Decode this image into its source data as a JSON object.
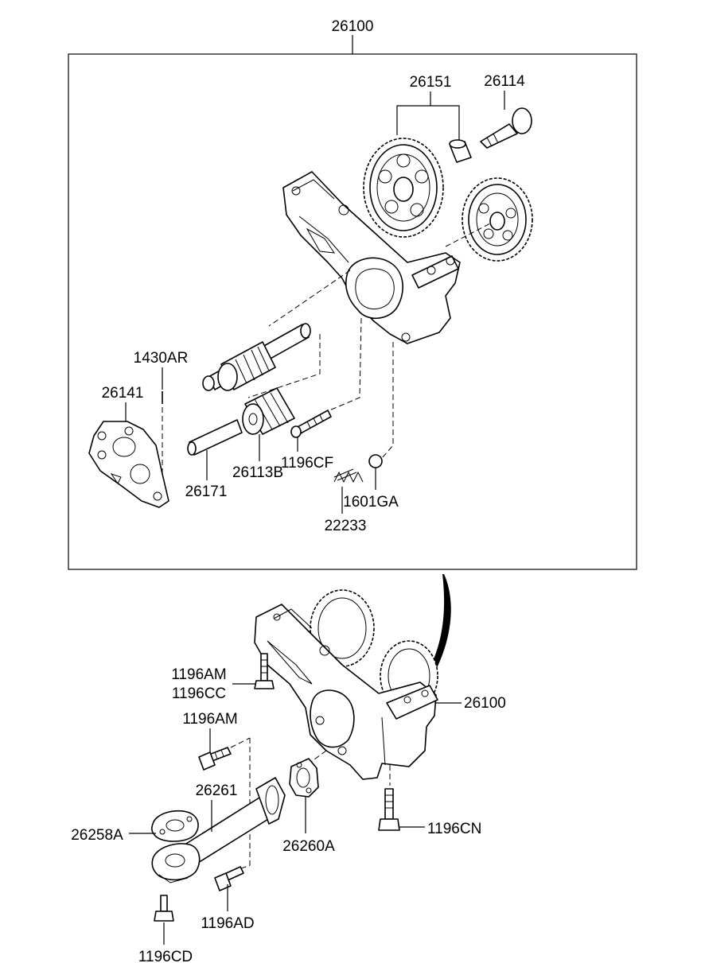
{
  "labels": {
    "l26100_top": "26100",
    "l26151": "26151",
    "l26114": "26114",
    "l1430AR": "1430AR",
    "l26141": "26141",
    "l26171": "26171",
    "l26113B": "26113B",
    "l1196CF": "1196CF",
    "l1601GA": "1601GA",
    "l22233": "22233",
    "l1196AM_a": "1196AM",
    "l1196CC": "1196CC",
    "l1196AM_b": "1196AM",
    "l26100_bottom": "26100",
    "l26261": "26261",
    "l26258A": "26258A",
    "l26260A": "26260A",
    "l1196CN": "1196CN",
    "l1196AD": "1196AD",
    "l1196CD": "1196CD"
  }
}
